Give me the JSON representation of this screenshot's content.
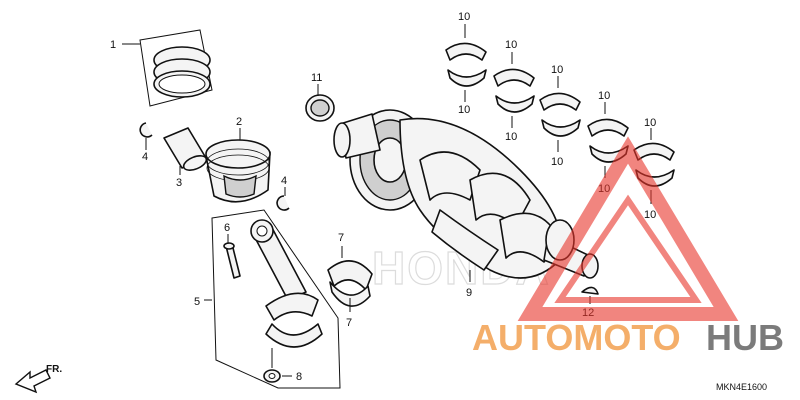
{
  "diagram": {
    "code": "MKN4E1600",
    "direction": "FR.",
    "callouts": [
      "1",
      "2",
      "3",
      "4",
      "4",
      "5",
      "6",
      "7",
      "7",
      "8",
      "9",
      "10",
      "10",
      "10",
      "10",
      "10",
      "10",
      "10",
      "10",
      "10",
      "10",
      "11",
      "12"
    ]
  },
  "watermark": {
    "brand": "HONDA",
    "site_part1": "AUTOMOTO",
    "site_part2": "HUB",
    "accent_color": "#e8352b",
    "text_color": "#f3a65a",
    "gray_color": "#6d6d6d"
  }
}
